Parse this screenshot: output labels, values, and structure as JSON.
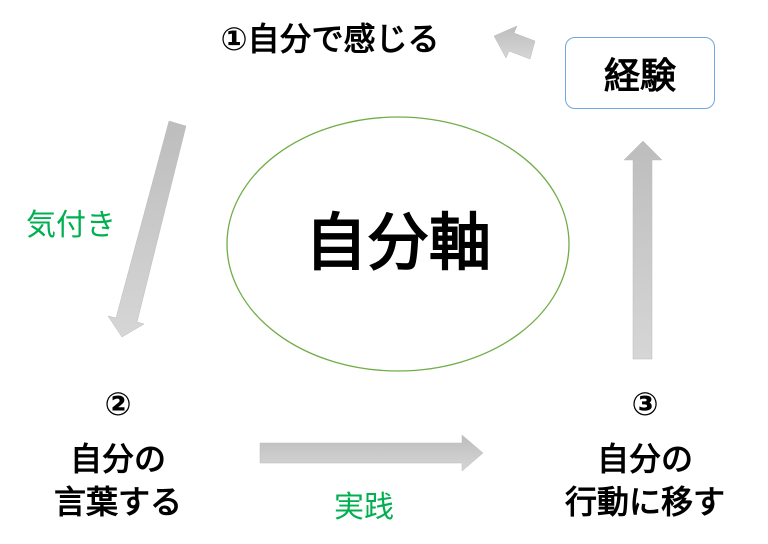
{
  "title": "①自分で感じる",
  "center_label": "自分軸",
  "experience_box": "経験",
  "step2": {
    "number": "②",
    "line1": "自分の",
    "line2": "言葉する"
  },
  "step3": {
    "number": "③",
    "line1": "自分の",
    "line2": "行動に移す"
  },
  "arrow_labels": {
    "awareness": "気付き",
    "practice": "実践"
  },
  "colors": {
    "label_green": "#00b050",
    "circle": "#70ad47",
    "box_border": "#6fa8dc",
    "arrow": "#c8c8c8"
  }
}
